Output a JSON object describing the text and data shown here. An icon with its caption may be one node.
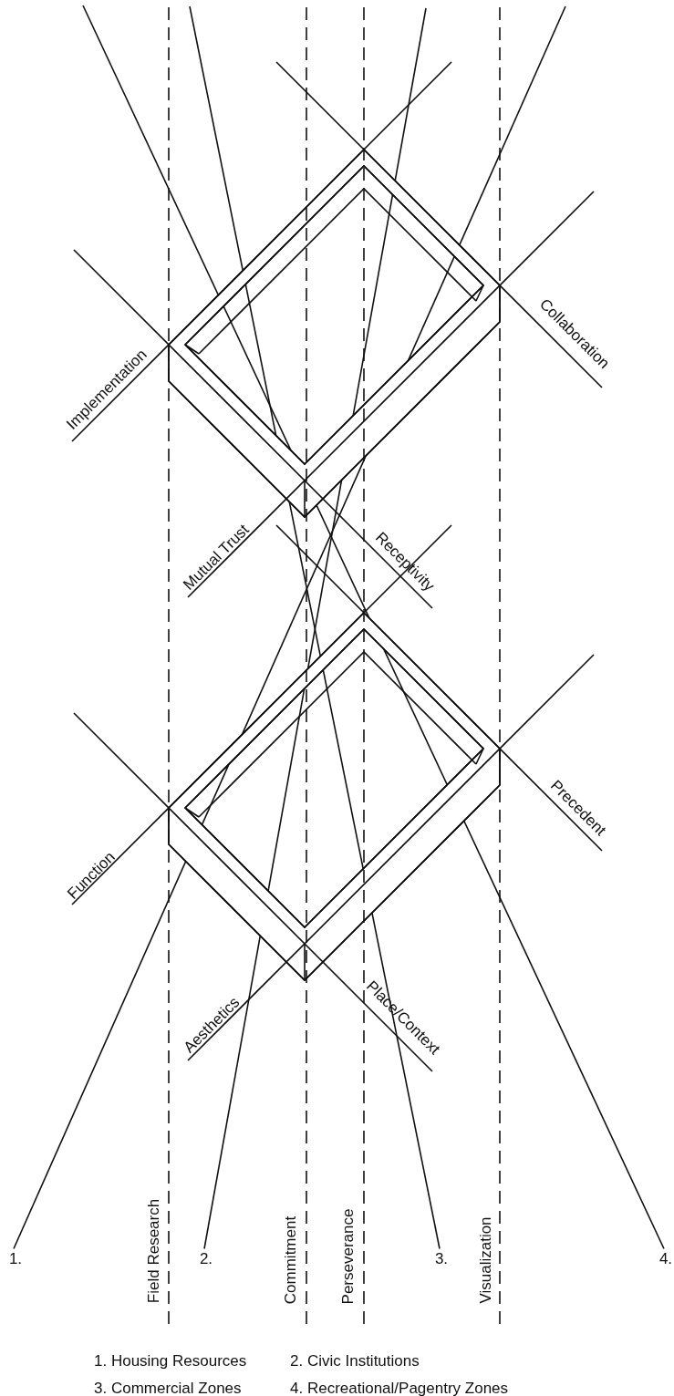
{
  "diagram": {
    "nodes": [
      {
        "text": [
          "1."
        ]
      },
      {
        "text": [
          "2."
        ]
      },
      {
        "text": [
          "3."
        ]
      },
      {
        "text": [
          "4."
        ]
      }
    ],
    "edges": [
      {
        "from": 0,
        "to": null,
        "arrow": "none"
      },
      {
        "from": 1,
        "to": null,
        "arrow": "none"
      },
      {
        "from": 2,
        "to": null,
        "arrow": "none"
      },
      {
        "from": 3,
        "to": null,
        "arrow": "none"
      }
    ],
    "labels": [
      "Implementation",
      "Collaboration",
      "Mutual Trust",
      "Receptivity",
      "Function",
      "Precedent",
      "Aesthetics",
      "Place/Context",
      "Field Research",
      "Commitment",
      "Perseverance",
      "Visualization",
      "1. Housing Resources",
      "2. Civic Institutions",
      "3. Commercial Zones",
      "4. Recreational/Pagentry Zones"
    ]
  }
}
